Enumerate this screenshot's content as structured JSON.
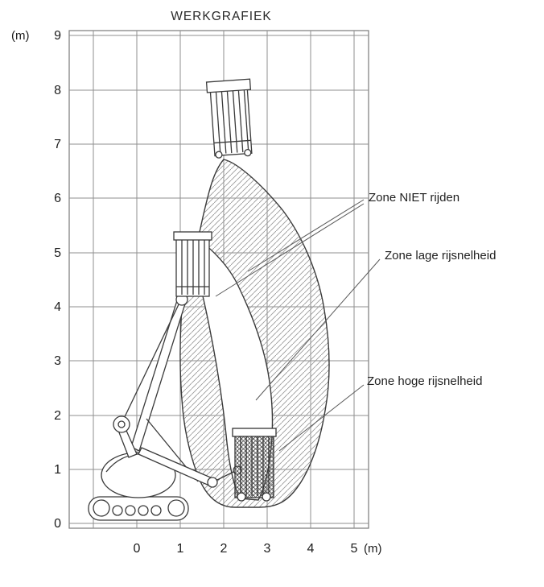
{
  "title": "WERKGRAFIEK",
  "axes": {
    "y_unit_label": "(m)",
    "x_unit_label": "(m)",
    "y_ticks": [
      "9",
      "8",
      "7",
      "6",
      "5",
      "4",
      "3",
      "2",
      "1",
      "0"
    ],
    "x_ticks": [
      "0",
      "1",
      "2",
      "3",
      "4",
      "5"
    ]
  },
  "zones": {
    "no_drive": {
      "label": "Zone NIET rijden"
    },
    "low_speed": {
      "label": "Zone lage rijsnelheid"
    },
    "high_speed": {
      "label": "Zone hoge rijsnelheid"
    }
  },
  "colors": {
    "line": "#3a3a3a",
    "grid": "#8f8f8f",
    "hatch": "#9a9a9a",
    "text": "#1c1c1c",
    "background": "#ffffff"
  }
}
